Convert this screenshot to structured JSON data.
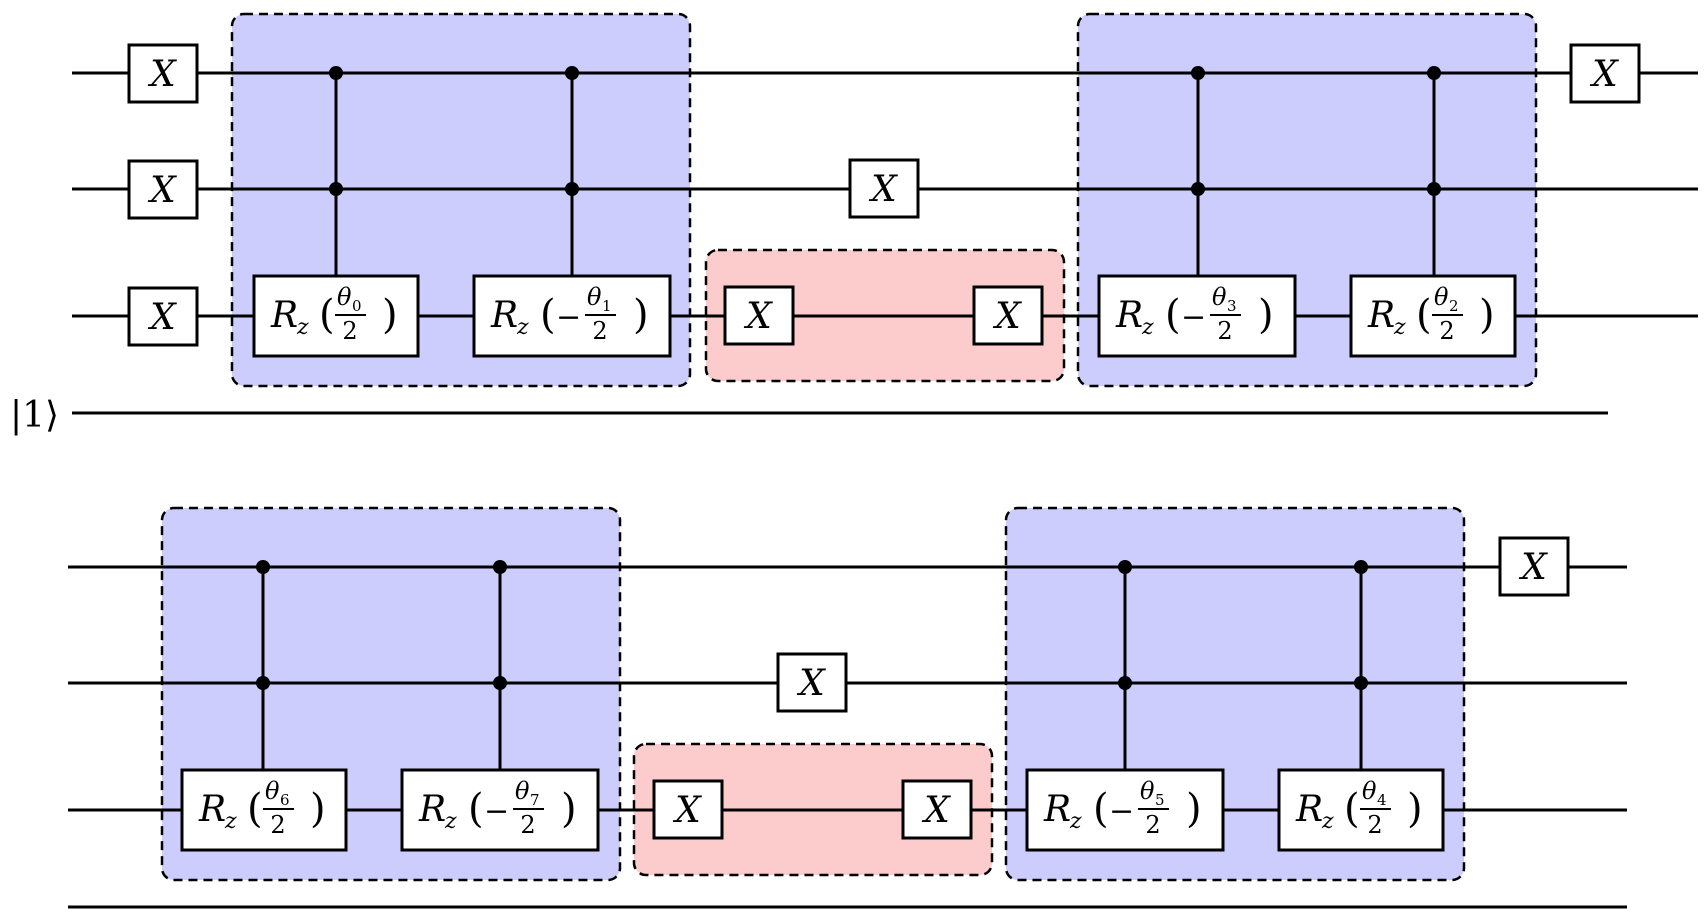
{
  "x_gate_label": "X",
  "ancilla_ket": "|1⟩",
  "rz_gates": {
    "r1_a": {
      "R": "R",
      "sub": "z",
      "neg": "",
      "theta": "θ",
      "idx": "0",
      "den": "2"
    },
    "r1_b": {
      "R": "R",
      "sub": "z",
      "neg": "−",
      "theta": "θ",
      "idx": "1",
      "den": "2"
    },
    "r1_c": {
      "R": "R",
      "sub": "z",
      "neg": "−",
      "theta": "θ",
      "idx": "3",
      "den": "2"
    },
    "r1_d": {
      "R": "R",
      "sub": "z",
      "neg": "",
      "theta": "θ",
      "idx": "2",
      "den": "2"
    },
    "r2_a": {
      "R": "R",
      "sub": "z",
      "neg": "",
      "theta": "θ",
      "idx": "6",
      "den": "2"
    },
    "r2_b": {
      "R": "R",
      "sub": "z",
      "neg": "−",
      "theta": "θ",
      "idx": "7",
      "den": "2"
    },
    "r2_c": {
      "R": "R",
      "sub": "z",
      "neg": "−",
      "theta": "θ",
      "idx": "5",
      "den": "2"
    },
    "r2_d": {
      "R": "R",
      "sub": "z",
      "neg": "",
      "theta": "θ",
      "idx": "4",
      "den": "2"
    }
  }
}
